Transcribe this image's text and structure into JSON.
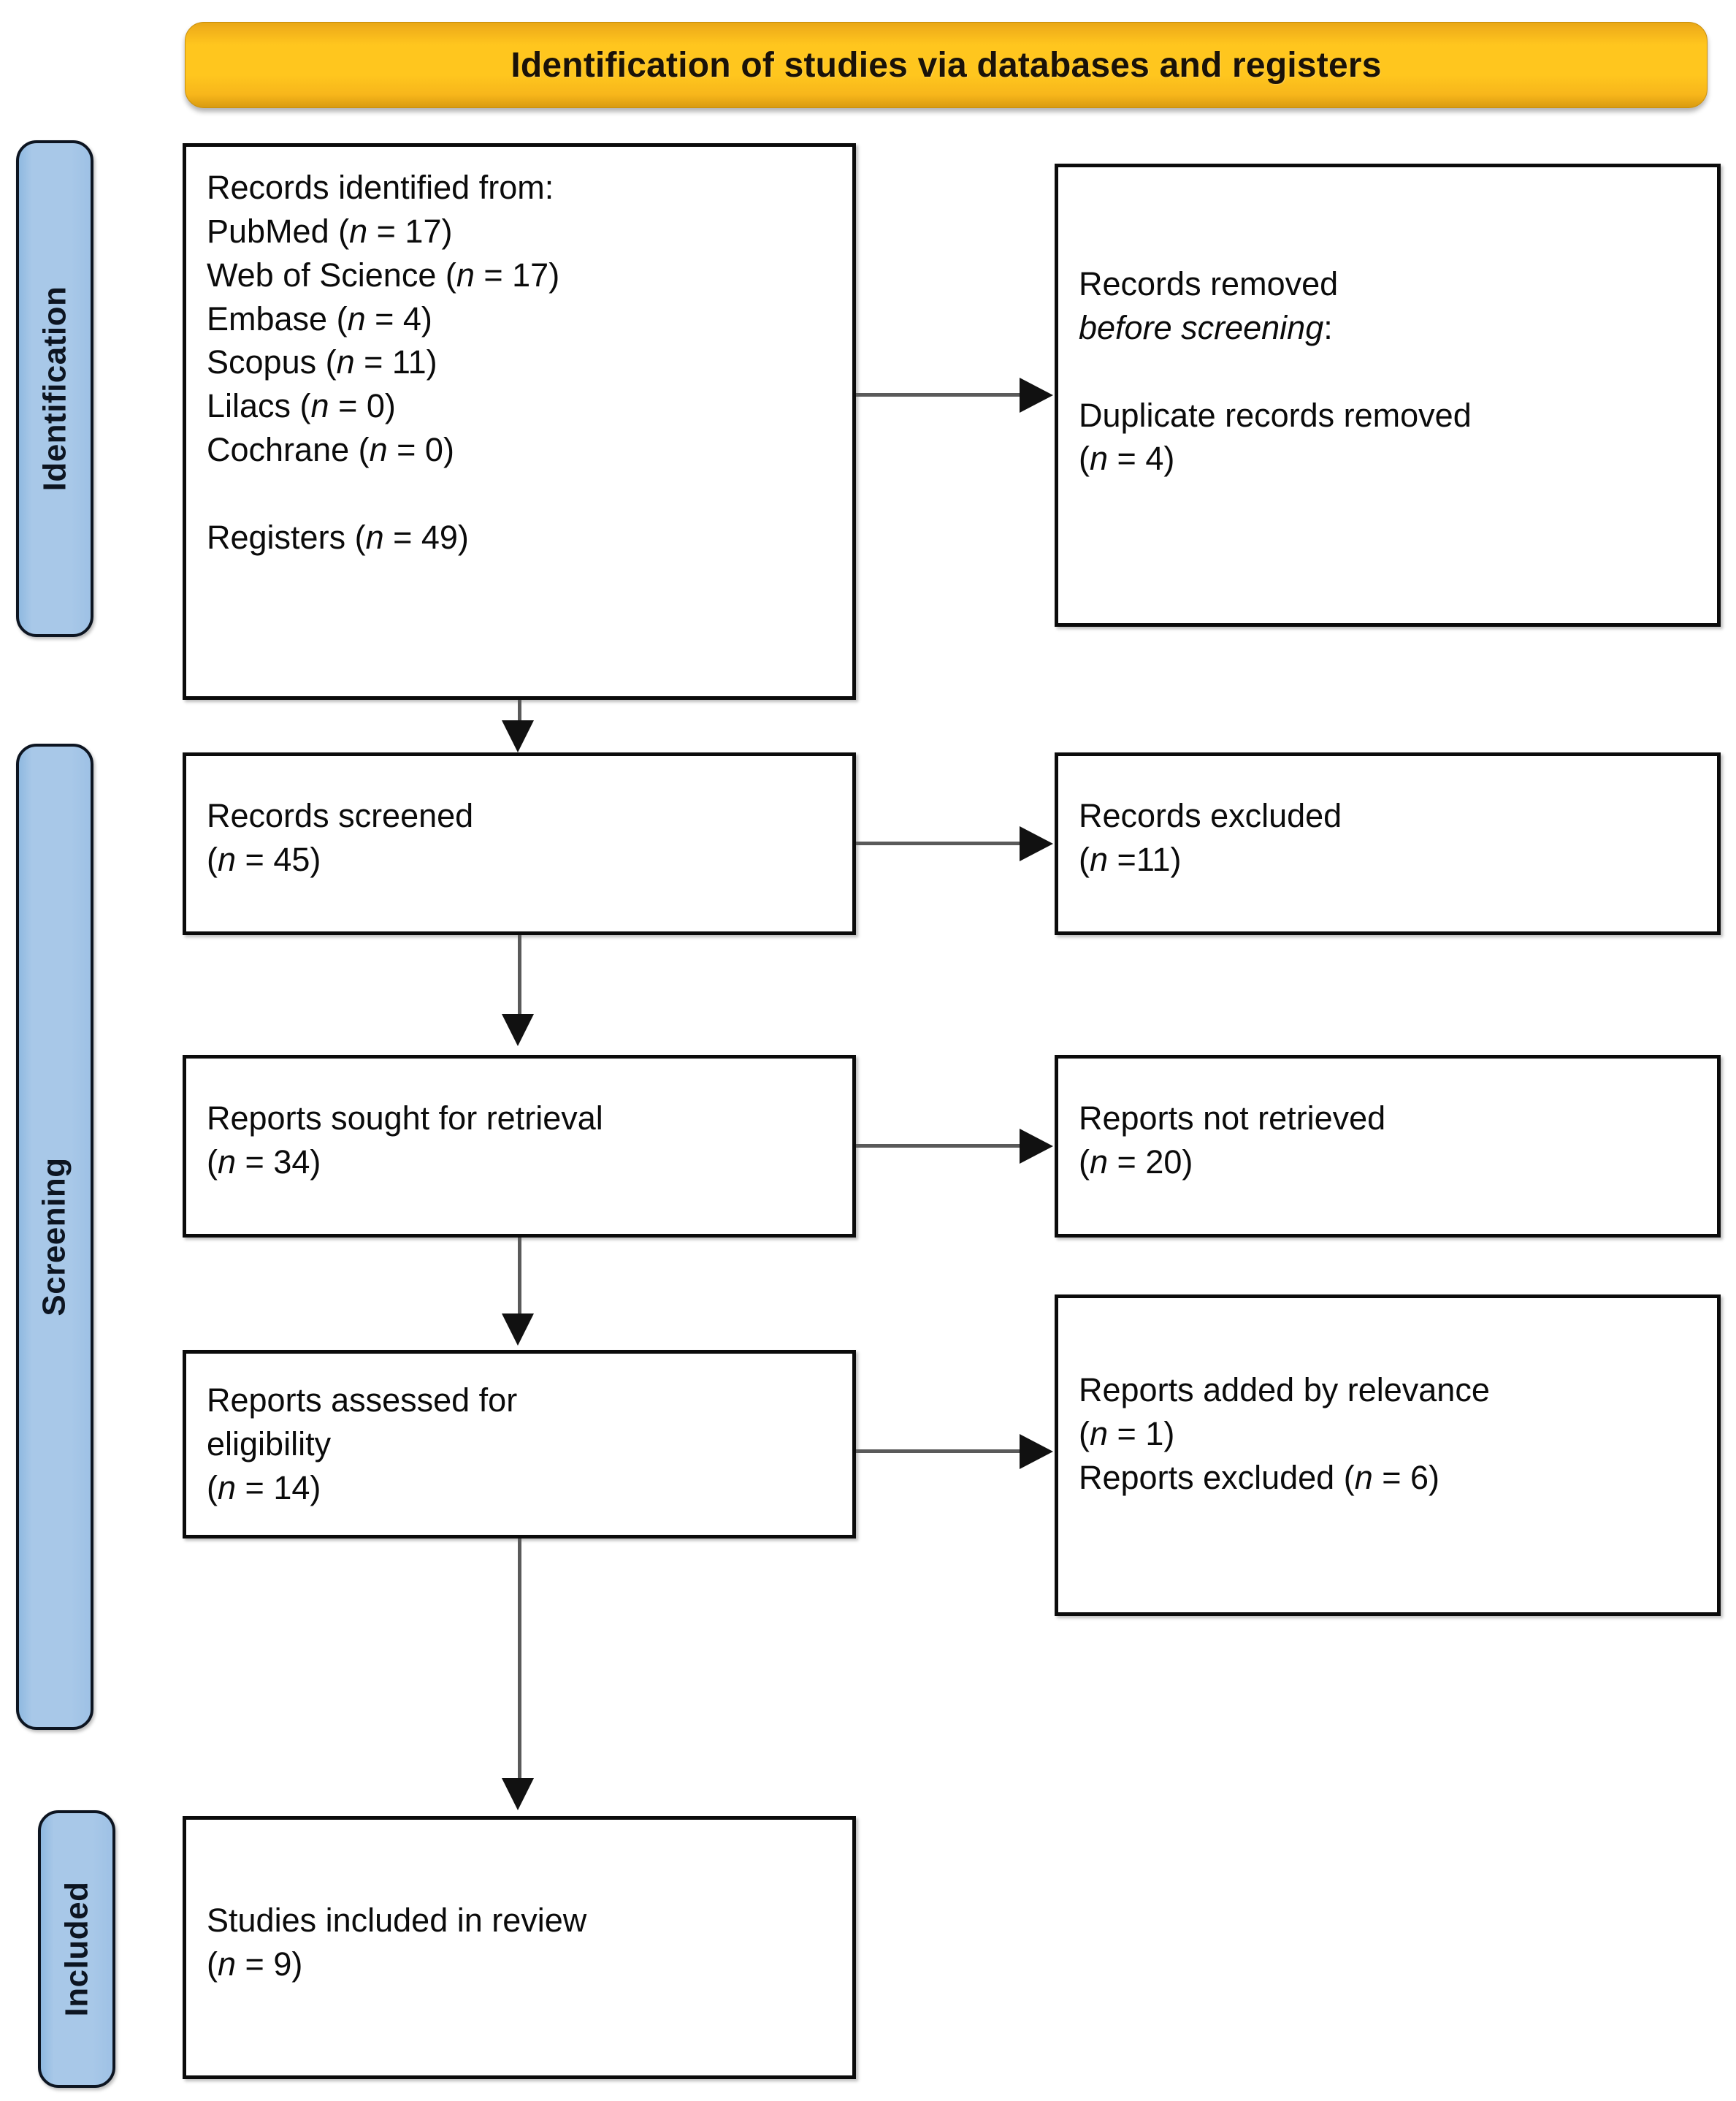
{
  "diagram": {
    "title": "Identification of studies via databases and registers",
    "stages": [
      {
        "id": "identification",
        "label": "Identification"
      },
      {
        "id": "screening",
        "label": "Screening"
      },
      {
        "id": "included",
        "label": "Included"
      }
    ],
    "boxes": {
      "records_identified": {
        "heading": "Records identified from:",
        "sources": [
          {
            "name": "PubMed",
            "n": 17,
            "line": "PubMed (n = 17)"
          },
          {
            "name": "Web of Science",
            "n": 17,
            "line": "Web of Science (n = 17)"
          },
          {
            "name": "Embase",
            "n": 4,
            "line": "Embase (n = 4)"
          },
          {
            "name": "Scopus",
            "n": 11,
            "line": "Scopus (n = 11)"
          },
          {
            "name": "Lilacs",
            "n": 0,
            "line": "Lilacs (n = 0)"
          },
          {
            "name": "Cochrane",
            "n": 0,
            "line": "Cochrane (n = 0)"
          }
        ],
        "registers": {
          "name": "Registers",
          "n": 49,
          "line": "Registers (n = 49)"
        }
      },
      "records_removed": {
        "heading_plain": "Records removed ",
        "heading_italic": "before screening",
        "heading_suffix": ":",
        "detail_label": "Duplicate records removed",
        "detail_n": 4,
        "detail_count": "(n = 4)"
      },
      "records_screened": {
        "label": "Records screened",
        "n": 45,
        "count": "(n = 45)"
      },
      "records_excluded": {
        "label": "Records excluded",
        "n": 11,
        "count": "(n =11)"
      },
      "reports_sought": {
        "label": "Reports sought for retrieval",
        "n": 34,
        "count": "(n = 34)"
      },
      "reports_not_retrieved": {
        "label": "Reports not retrieved",
        "n": 20,
        "count": "(n = 20)"
      },
      "reports_assessed": {
        "label_line1": "Reports assessed for",
        "label_line2": "eligibility",
        "n": 14,
        "count": "(n = 14)"
      },
      "reports_added": {
        "label": "Reports added by relevance",
        "n": 1,
        "count": "(n = 1)",
        "excluded_label": "Reports excluded (n = 6)",
        "excluded_n": 6
      },
      "studies_included": {
        "label": "Studies included in review",
        "n": 9,
        "count": "(n = 9)"
      }
    },
    "colors": {
      "banner": "#FFC61E",
      "stage_pill": "#A8C8E8",
      "box_border": "#0B0B0B",
      "connector": "#5A5A5A"
    }
  }
}
